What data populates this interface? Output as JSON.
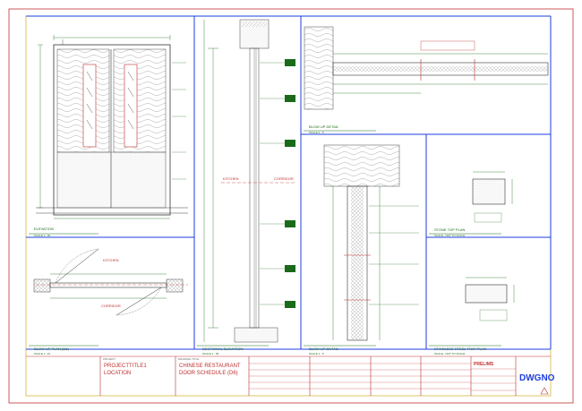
{
  "sheet": {
    "colors": {
      "frame": "#c03030",
      "panel": "#1c3ce0",
      "title_line": "#c8a000",
      "annot": "#1a6a1a",
      "red_tag": "#c03030",
      "hatch": "#999999"
    }
  },
  "views": [
    {
      "caption": "ELEVATION",
      "scale": "SCALE 1 : 30"
    },
    {
      "caption": "BLOW UP PLAN (D6)",
      "scale": "SCALE 1 : 10"
    },
    {
      "caption": "SECTIONAL ELEVATION",
      "scale": "SCALE 1 : 30"
    },
    {
      "caption": "BLOW UP DETAIL",
      "scale": "SCALE 1 : 5"
    },
    {
      "caption": "BLOW UP DETAIL",
      "scale": "SCALE 1 : 5"
    },
    {
      "caption": "STONE TOP PLAN",
      "scale": "SCALE - NOT TO SCALE"
    },
    {
      "caption": "STAINLESS STEEL TRAY PLAN",
      "scale": "SCALE - NOT TO SCALE"
    }
  ],
  "tags": {
    "kitchen": "KITCHEN",
    "corridor": "CORRIDOR",
    "kitchen_plan": "KITCHEN",
    "corridor_plan": "CORRIDOR"
  },
  "title_block": {
    "project_heading": "PROJECT",
    "project": "PROJECTTITLE1",
    "location": "LOCATION",
    "drawing_heading": "DRAWING TITLE",
    "title_line1": "CHINESE RESTAURANT",
    "title_line2": "DOOR SCHEDULE (D6)",
    "revision": "PRELIMS",
    "dwg_no": "DWGNO"
  }
}
